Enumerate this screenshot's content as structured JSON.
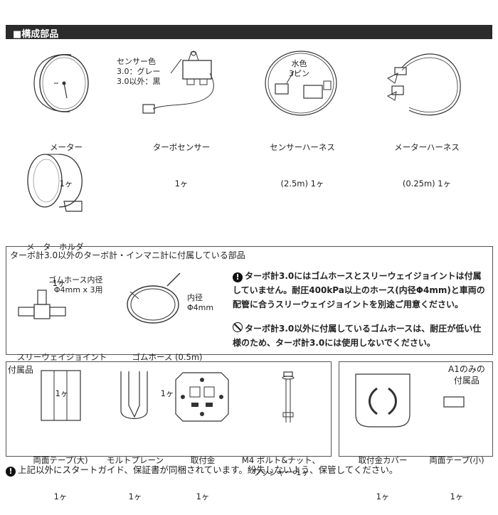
{
  "header": "■構成部品",
  "parts": {
    "meter": {
      "name": "メーター",
      "qty": "1ヶ"
    },
    "sensor": {
      "name": "ターボセンサー",
      "qty": "1ヶ",
      "callout": "センサー色\n3.0：グレー\n3.0以外：黒"
    },
    "sensor_harness": {
      "name": "センサーハーネス",
      "qty": "(2.5m) 1ヶ",
      "callout": "水色\n3ピン"
    },
    "meter_harness": {
      "name": "メーターハーネス",
      "qty": "(0.25m) 1ヶ"
    },
    "holder": {
      "name": "メーターホルダー",
      "qty": "1ヶ"
    }
  },
  "turbo_section": {
    "title": "ターボ計3.0以外のターボ計・インマニ計に付属している部品",
    "joint": {
      "callout": "ゴムホース内径\nΦ4mm x 3用",
      "name": "スリーウェイジョイント",
      "qty": "1ヶ"
    },
    "hose": {
      "callout": "内径\nΦ4mm",
      "name": "ゴムホース (0.5m)",
      "qty": "1ヶ"
    },
    "note1": "ターボ計3.0にはゴムホースとスリーウェイジョイントは付属していません。耐圧400kPa以上のホース(内径Φ4mm)と車両の配管に合うスリーウェイジョイントを別途ご用意ください。",
    "note2": "ターボ計3.0以外に付属しているゴムホースは、耐圧が低い仕様のため、ターボ計3.0には使用しないでください。"
  },
  "accessories": {
    "title": "付属品",
    "items": [
      {
        "name": "両面テープ(大)",
        "qty": "1ヶ"
      },
      {
        "name": "モルトプレーン",
        "qty": "1ヶ"
      },
      {
        "name": "取付金",
        "qty": "1ヶ"
      },
      {
        "name": "M4 ボルト&ナット、\nワッシャー 1ヶ",
        "qty": ""
      }
    ]
  },
  "a1": {
    "title": "A1のみの\n付属品",
    "items": [
      {
        "name": "取付金カバー",
        "qty": "1ヶ"
      },
      {
        "name": "両面テープ(小)",
        "qty": "1ヶ"
      }
    ]
  },
  "footer": "上記以外にスタートガイド、保証書が同梱されています。紛失しないよう、保管してください。"
}
